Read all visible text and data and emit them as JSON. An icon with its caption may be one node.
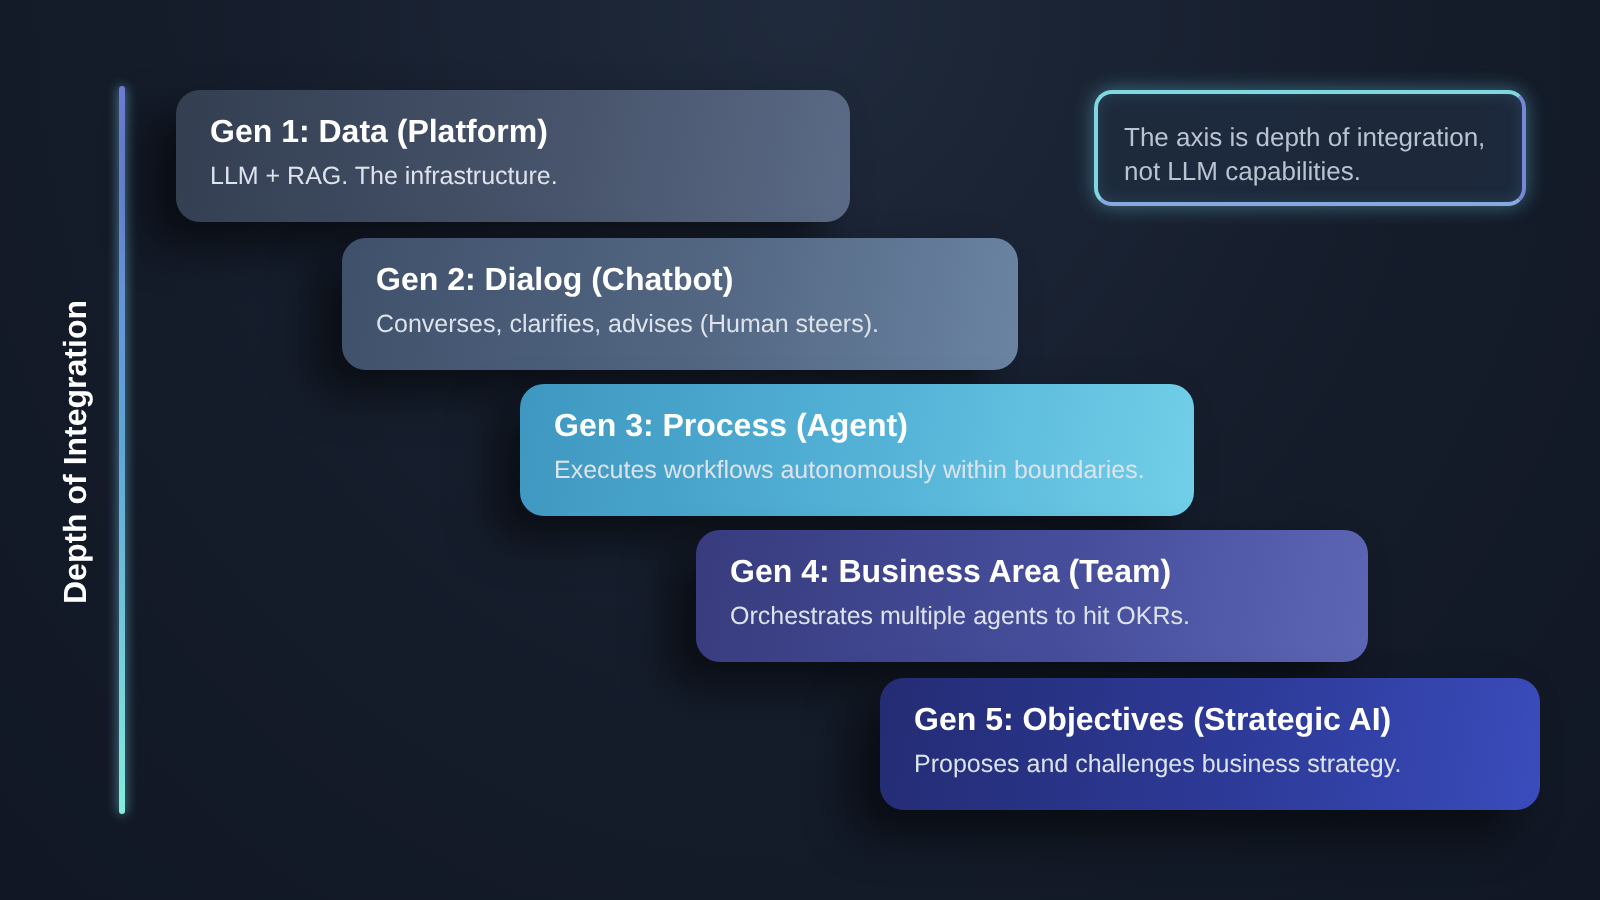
{
  "diagram": {
    "nodes": [
      {
        "text": [
          "Gen 1: Data (Platform)",
          "LLM + RAG. The infrastructure."
        ]
      },
      {
        "text": [
          "Gen 2: Dialog (Chatbot)",
          "Converses, clarifies, advises (Human steers)."
        ]
      },
      {
        "text": [
          "Gen 3: Process (Agent)",
          "Executes workflows autonomously within boundaries."
        ]
      },
      {
        "text": [
          "Gen 4: Business Area (Team)",
          "Orchestrates multiple agents to hit OKRs."
        ]
      },
      {
        "text": [
          "Gen 5: Objectives (Strategic AI)",
          "Proposes and challenges business strategy."
        ]
      },
      {
        "text": [
          "The axis is depth of integration, not LLM capabilities."
        ]
      }
    ],
    "edges": [],
    "labels": [
      "Depth of Integration"
    ]
  }
}
